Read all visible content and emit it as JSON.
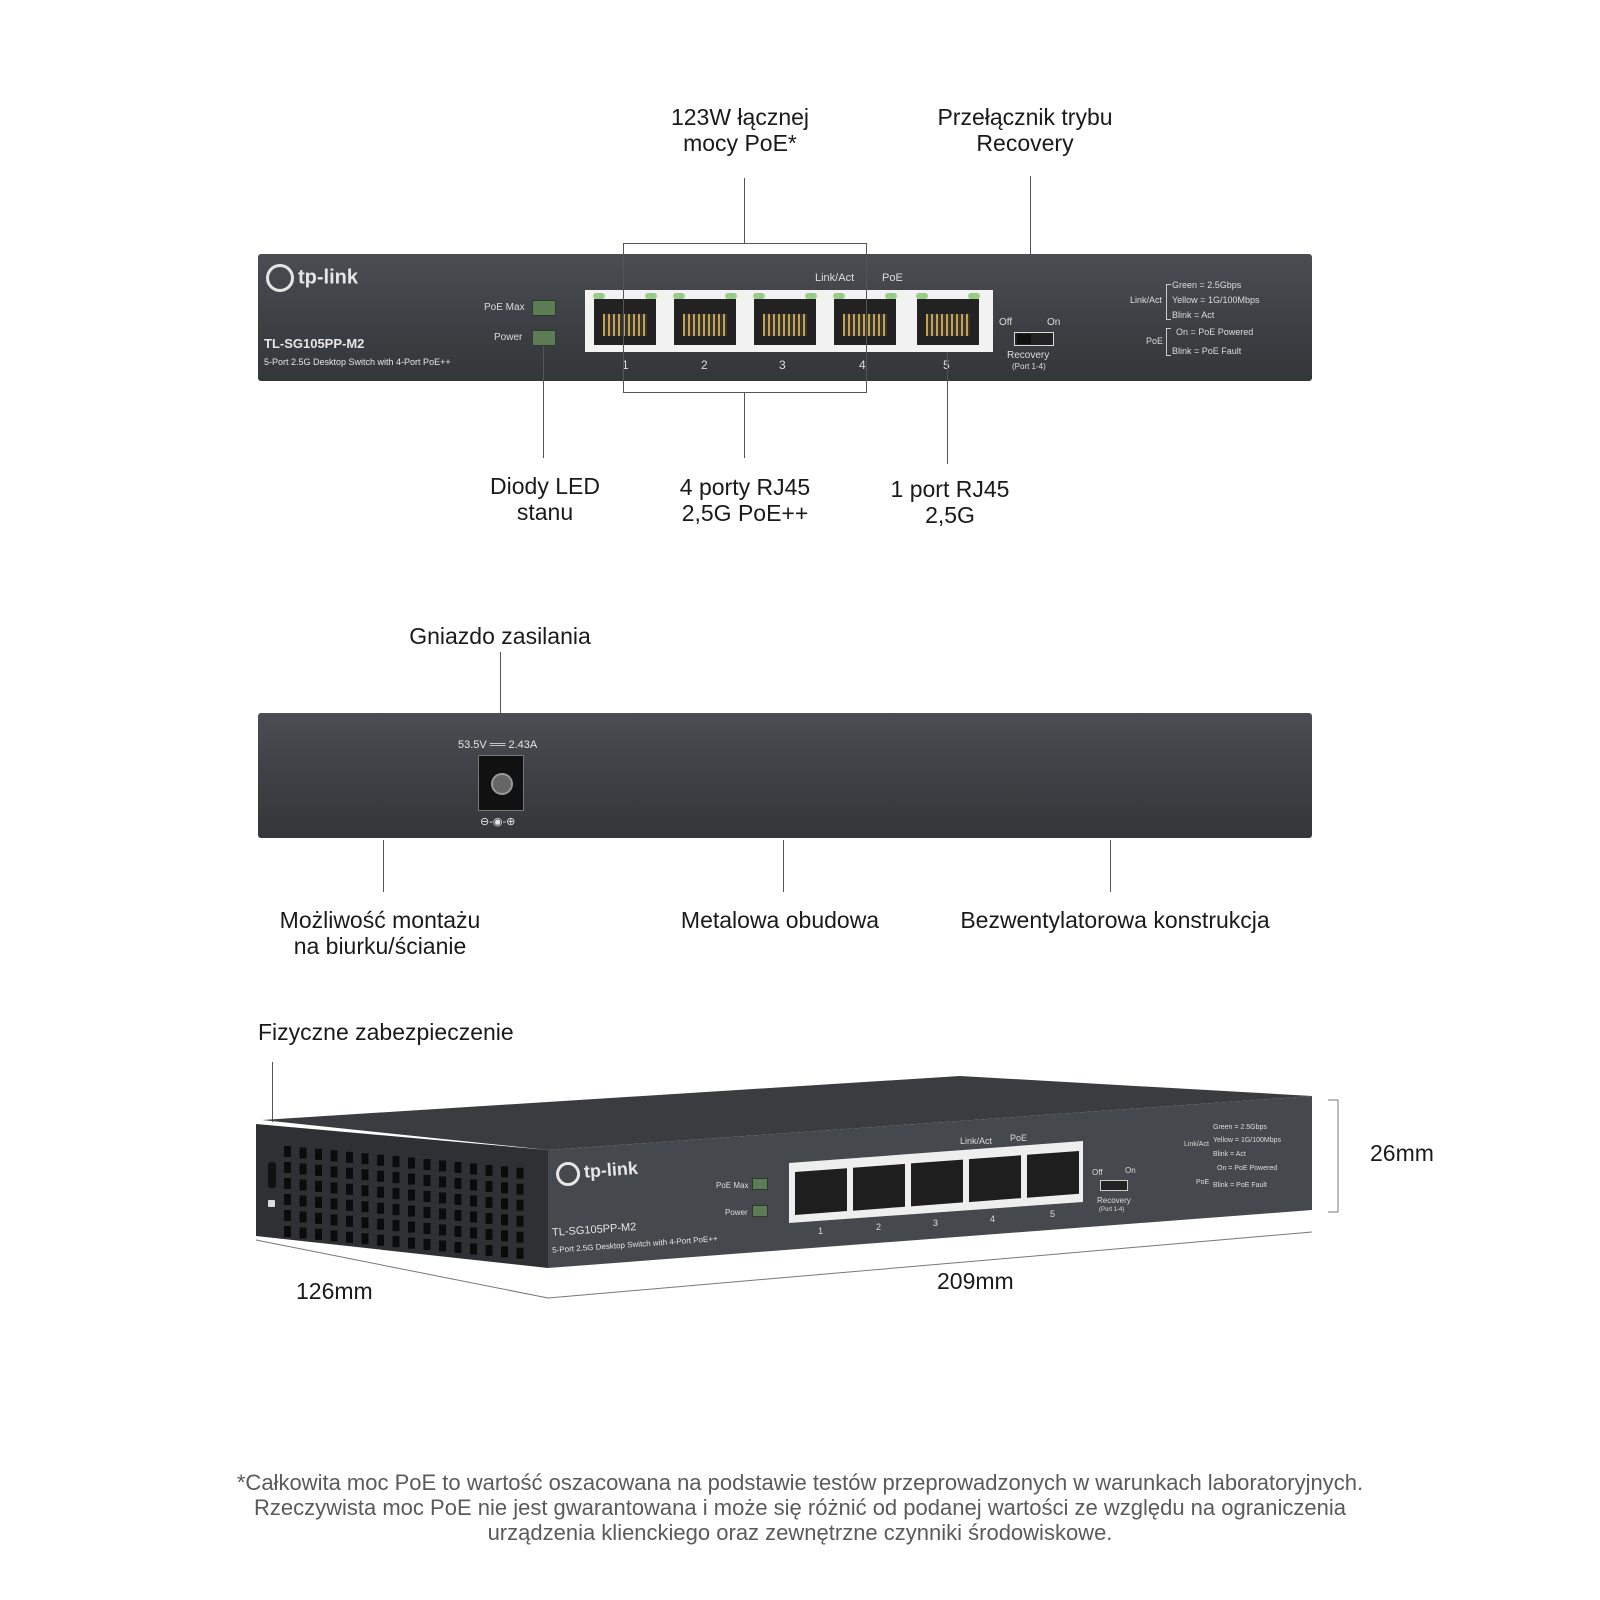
{
  "top_view": {
    "callouts": {
      "poe_power": [
        "123W łącznej",
        "mocy PoE*"
      ],
      "recovery_switch": [
        "Przełącznik trybu",
        "Recovery"
      ],
      "status_leds": [
        "Diody LED",
        "stanu"
      ],
      "poe_ports": [
        "4 porty RJ45",
        "2,5G PoE++"
      ],
      "rj45_port": [
        "1 port RJ45",
        "2,5G"
      ]
    },
    "device": {
      "brand": "tp-link",
      "model": "TL-SG105PP-M2",
      "description": "5-Port 2.5G Desktop Switch with 4-Port PoE++",
      "led_labels": [
        "PoE Max",
        "Power"
      ],
      "port_header": [
        "Link/Act",
        "PoE"
      ],
      "port_numbers": [
        "1",
        "2",
        "3",
        "4",
        "5"
      ],
      "switch_off": "Off",
      "switch_on": "On",
      "switch_label": "Recovery",
      "switch_sub": "(Port 1-4)",
      "legend_linkact": "Link/Act",
      "legend_linkact_items": [
        "Green = 2.5Gbps",
        "Yellow = 1G/100Mbps",
        "Blink = Act"
      ],
      "legend_poe": "PoE",
      "legend_poe_items": [
        "On = PoE Powered",
        "Blink = PoE Fault"
      ]
    }
  },
  "rear_view": {
    "callouts": {
      "power_jack": "Gniazdo zasilania",
      "mounting": [
        "Możliwość montażu",
        "na biurku/ścianie"
      ],
      "metal_case": "Metalowa obudowa",
      "fanless": "Bezwentylatorowa konstrukcja"
    },
    "power_rating": "53.5V ══ 2.43A",
    "polarity_symbol": "⊖-◉-⊕"
  },
  "perspective_view": {
    "callouts": {
      "security": "Fizyczne zabezpieczenie"
    },
    "dimensions": {
      "depth": "126mm",
      "width": "209mm",
      "height": "26mm"
    }
  },
  "footnote": "*Całkowita moc PoE to wartość oszacowana na podstawie testów przeprowadzonych w warunkach laboratoryjnych. Rzeczywista moc PoE nie jest gwarantowana i może się różnić od podanej wartości ze względu na ograniczenia urządzenia klienckiego oraz zewnętrzne czynniki środowiskowe."
}
